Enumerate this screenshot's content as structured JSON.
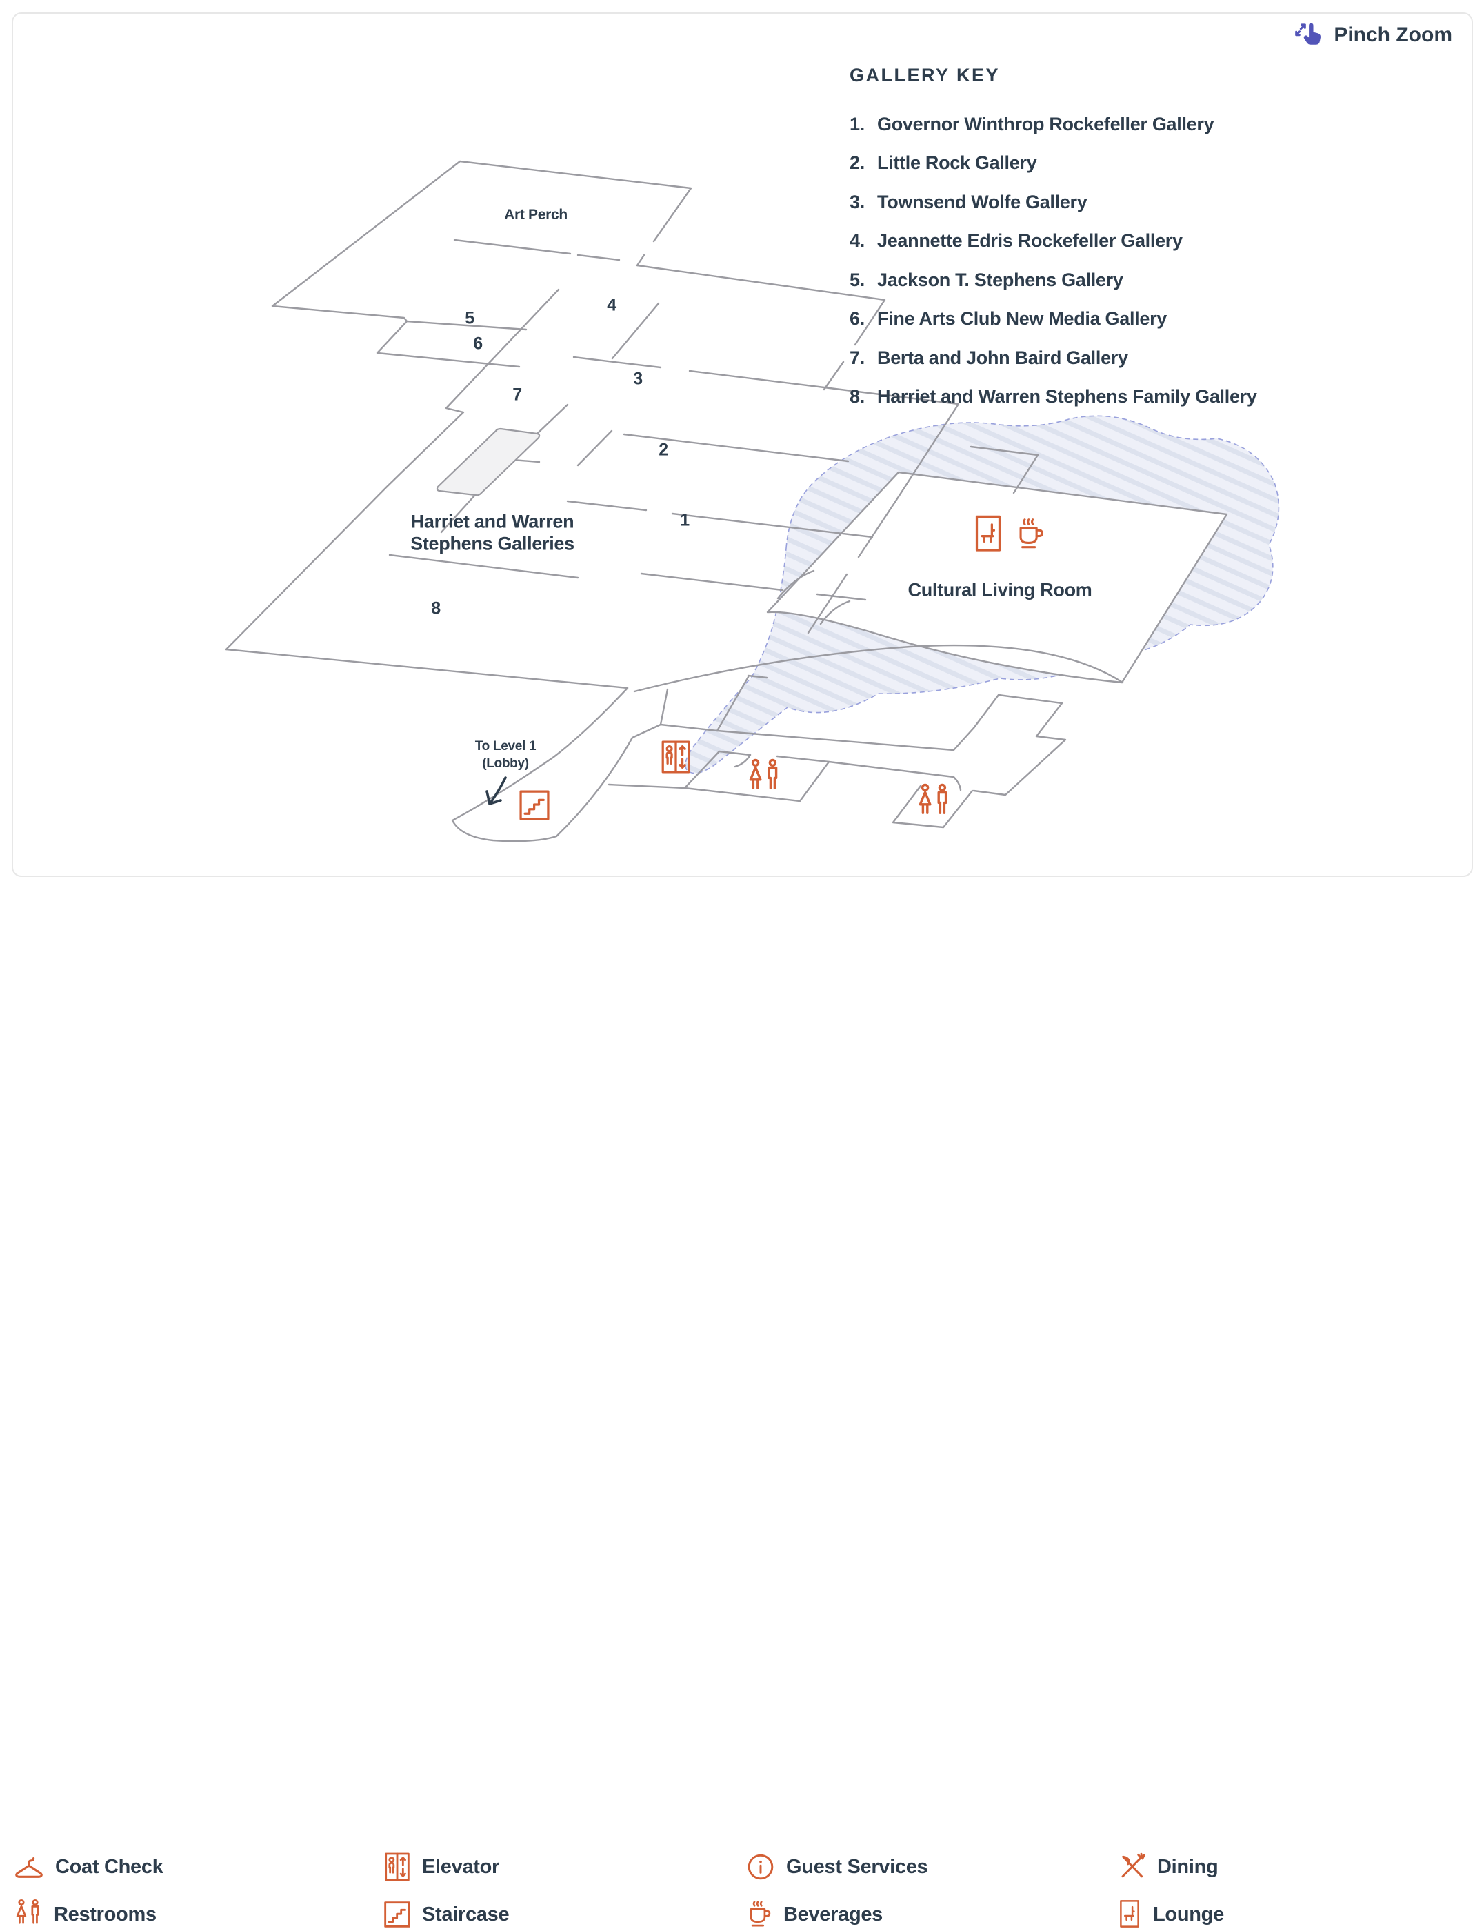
{
  "pinch_zoom": {
    "label": "Pinch Zoom"
  },
  "gallery_key": {
    "title": "GALLERY KEY",
    "items": [
      {
        "number": "1.",
        "label": "Governor Winthrop Rockefeller Gallery"
      },
      {
        "number": "2.",
        "label": "Little Rock Gallery"
      },
      {
        "number": "3.",
        "label": "Townsend Wolfe Gallery"
      },
      {
        "number": "4.",
        "label": "Jeannette Edris Rockefeller Gallery"
      },
      {
        "number": "5.",
        "label": "Jackson T. Stephens Gallery"
      },
      {
        "number": "6.",
        "label": "Fine Arts Club New Media Gallery"
      },
      {
        "number": "7.",
        "label": "Berta and John Baird Gallery"
      },
      {
        "number": "8.",
        "label": "Harriet and Warren Stephens Family Gallery"
      }
    ]
  },
  "map": {
    "labels": {
      "art_perch": "Art Perch",
      "stephens_galleries_line1": "Harriet and Warren",
      "stephens_galleries_line2": "Stephens Galleries",
      "cultural_living_room": "Cultural Living Room",
      "to_level_1_line1": "To Level 1",
      "to_level_1_line2": "(Lobby)"
    },
    "room_numbers": [
      "1",
      "2",
      "3",
      "4",
      "5",
      "6",
      "7",
      "8"
    ]
  },
  "legend": {
    "items": [
      {
        "label": "Coat Check",
        "icon": "coat-hanger-icon"
      },
      {
        "label": "Elevator",
        "icon": "elevator-icon"
      },
      {
        "label": "Guest Services",
        "icon": "info-icon"
      },
      {
        "label": "Dining",
        "icon": "dining-icon"
      },
      {
        "label": "Restrooms",
        "icon": "restrooms-icon"
      },
      {
        "label": "Staircase",
        "icon": "staircase-icon"
      },
      {
        "label": "Beverages",
        "icon": "beverage-cup-icon"
      },
      {
        "label": "Lounge",
        "icon": "lounge-chair-icon"
      }
    ]
  },
  "colors": {
    "accent_orange": "#d35f35",
    "pinch_indigo": "#5254b8",
    "text_slate": "#2e3d4c",
    "wall_gray": "#9b9ba1",
    "zone_fill": "#eef0f8",
    "zone_dash": "#99a1dc"
  }
}
